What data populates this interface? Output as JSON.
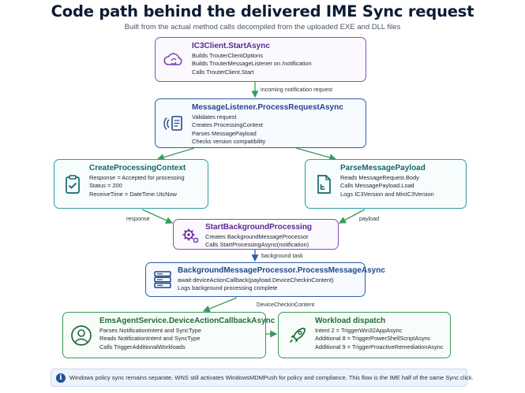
{
  "header": {
    "title": "Code path behind the delivered IME Sync request",
    "subtitle": "Built from the actual method calls decompiled from the uploaded EXE and DLL files"
  },
  "nodes": {
    "ic3client": {
      "title": "IC3Client.StartAsync",
      "lines": [
        "Builds TrouterClientOptions",
        "Builds TrouterMessageListener on /notification",
        "Calls TrouterClient.Start"
      ],
      "icon": "cloud-sync-icon"
    },
    "listener": {
      "title": "MessageListener.ProcessRequestAsync",
      "lines": [
        "Validates request",
        "Creates ProcessingContext",
        "Parses MessagePayload",
        "Checks version compatibility"
      ],
      "icon": "wireless-document-icon"
    },
    "create_ctx": {
      "title": "CreateProcessingContext",
      "lines": [
        "Response = Accepted for processing",
        "Status = 200",
        "ReceiveTime = DateTime.UtcNow"
      ],
      "icon": "clipboard-check-icon"
    },
    "parse_payload": {
      "title": "ParseMessagePayload",
      "lines": [
        "Reads MessageRequest.Body",
        "Calls MessagePayload.Load",
        "Logs IC3Version and MinIC3Version"
      ],
      "icon": "document-icon"
    },
    "start_bg": {
      "title": "StartBackgroundProcessing",
      "lines": [
        "Creates BackgroundMessageProcessor",
        "Calls StartProcessingAsync(notification)"
      ],
      "icon": "gears-icon"
    },
    "bg_processor": {
      "title": "BackgroundMessageProcessor.ProcessMessageAsync",
      "lines": [
        "await deviceActionCallback(payload.DeviceCheckinContent)",
        "Logs background processing complete"
      ],
      "icon": "server-stack-icon"
    },
    "ems_agent": {
      "title": "EmsAgentService.DeviceActionCallbackAsync",
      "lines": [
        "Parses NotificationIntent and SyncType",
        "Reads NotificationIntent and SyncType",
        "Calls TriggerAdditionalWorkloads"
      ],
      "icon": "user-circle-icon"
    },
    "workload": {
      "title": "Workload dispatch",
      "lines": [
        "Intent 2 = TriggerWin32AppAsync",
        "Additional 8 = TriggerPowerShellScriptAsync",
        "Additional 9 = TriggerProactiveRemediationAsync"
      ],
      "icon": "rocket-icon"
    }
  },
  "edges": {
    "incoming": "incoming notification request",
    "response": "response",
    "payload": "payload",
    "background_task": "background task",
    "device_checkin": "DeviceCheckinContent"
  },
  "footer": {
    "note": "Windows policy sync remains separate. WNS still activates WindowsMDMPush for policy and compliance. This flow is the IME half of the same Sync click.",
    "icon": "info-icon"
  },
  "colors": {
    "purple": "#8a4cc2",
    "blue": "#2f5fa8",
    "green": "#3a9a5b",
    "teal": "#2f9ea0",
    "title": "#0c1b33"
  }
}
